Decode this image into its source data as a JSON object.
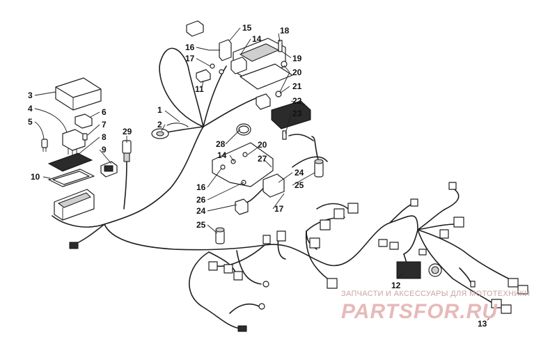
{
  "watermark": {
    "line1": "ЗАПЧАСТИ И АКСЕССУАРЫ ДЛЯ МОТОТЕХНИКИ",
    "line2": "PARTSFOR.RU"
  },
  "callouts": {
    "c1": "1",
    "c2": "2",
    "c3": "3",
    "c4": "4",
    "c5": "5",
    "c6": "6",
    "c7": "7",
    "c8": "8",
    "c9": "9",
    "c10": "10",
    "c11": "11",
    "c12": "12",
    "c13": "13",
    "c14a": "14",
    "c14b": "14",
    "c15": "15",
    "c16a": "16",
    "c16b": "16",
    "c17a": "17",
    "c17b": "17",
    "c18": "18",
    "c19": "19",
    "c20a": "20",
    "c20b": "20",
    "c21": "21",
    "c22": "22",
    "c23": "23",
    "c24a": "24",
    "c24b": "24",
    "c25a": "25",
    "c25b": "25",
    "c26": "26",
    "c27": "27",
    "c28": "28",
    "c29": "29"
  }
}
